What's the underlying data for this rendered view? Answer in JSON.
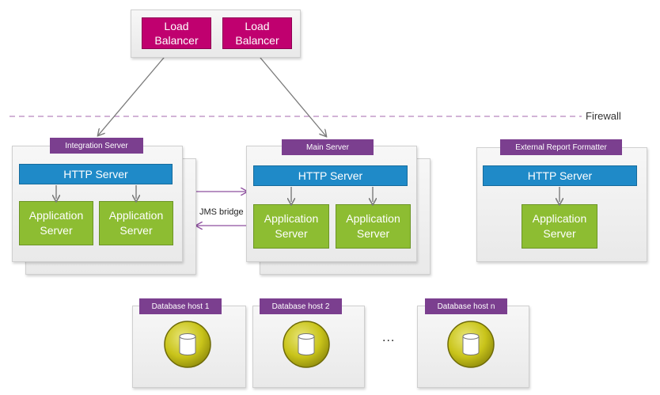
{
  "load_balancers": {
    "lb1": "Load\nBalancer",
    "lb2": "Load\nBalancer"
  },
  "firewall_label": "Firewall",
  "integration_server": {
    "tag": "Integration Server",
    "http": "HTTP Server",
    "app1": "Application\nServer",
    "app2": "Application\nServer"
  },
  "main_server": {
    "tag": "Main Server",
    "http": "HTTP Server",
    "app1": "Application\nServer",
    "app2": "Application\nServer"
  },
  "external_report": {
    "tag": "External Report Formatter",
    "http": "HTTP Server",
    "app": "Application\nServer"
  },
  "jms_bridge": "JMS bridge",
  "databases": {
    "db1": "Database host 1",
    "db2": "Database host 2",
    "dbn": "Database host n",
    "ellipsis": "..."
  },
  "colors": {
    "load_balancer": "#c0006f",
    "tag": "#7b3f8f",
    "http": "#1f8ac8",
    "app": "#8dbd32",
    "database": "#c9c41a",
    "firewall": "#c39ac9"
  }
}
